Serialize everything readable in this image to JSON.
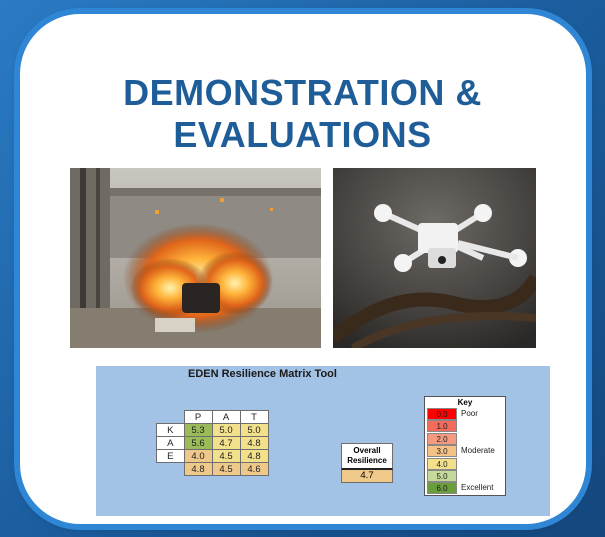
{
  "title": {
    "line1": "DEMONSTRATION &",
    "line2": "EVALUATIONS"
  },
  "colors": {
    "frame_blue": "#1c5d9c",
    "title_blue": "#1f5d99",
    "matrix_bg": "#a3c3e6"
  },
  "matrix": {
    "title": "EDEN Resilience Matrix Tool",
    "columns": [
      "P",
      "A",
      "T"
    ],
    "rows": [
      {
        "label": "K",
        "values": [
          "5.3",
          "5.0",
          "5.0"
        ]
      },
      {
        "label": "A",
        "values": [
          "5.6",
          "4.7",
          "4.8"
        ]
      },
      {
        "label": "E",
        "values": [
          "4.0",
          "4.5",
          "4.8"
        ]
      },
      {
        "label": "",
        "values": [
          "4.8",
          "4.5",
          "4.6"
        ]
      }
    ],
    "overall_label_1": "Overall",
    "overall_label_2": "Resilience",
    "overall_value": "4.7",
    "key": {
      "title": "Key",
      "entries": [
        {
          "value": "0.0",
          "desc": "Poor",
          "color": "#ff0000"
        },
        {
          "value": "1.0",
          "desc": "",
          "color": "#f26b5b"
        },
        {
          "value": "2.0",
          "desc": "",
          "color": "#f59a80"
        },
        {
          "value": "3.0",
          "desc": "Moderate",
          "color": "#f6c184"
        },
        {
          "value": "4.0",
          "desc": "",
          "color": "#f3e08a"
        },
        {
          "value": "5.0",
          "desc": "",
          "color": "#c5d99a"
        },
        {
          "value": "6.0",
          "desc": "Excellent",
          "color": "#6a9e3a"
        }
      ]
    }
  }
}
